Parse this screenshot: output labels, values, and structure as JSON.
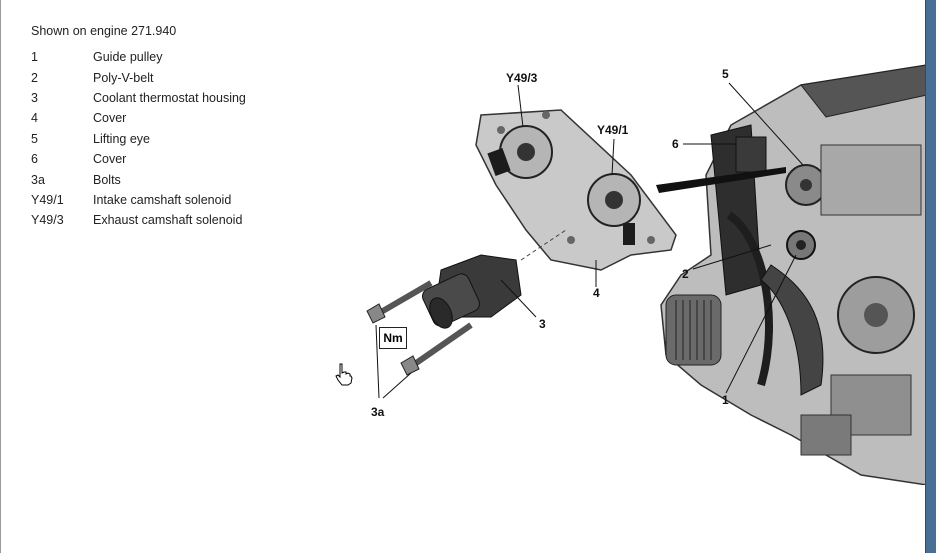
{
  "legend": {
    "title": "Shown on engine 271.940",
    "items": [
      {
        "code": "1",
        "desc": "Guide pulley"
      },
      {
        "code": "2",
        "desc": "Poly-V-belt"
      },
      {
        "code": "3",
        "desc": "Coolant thermostat housing"
      },
      {
        "code": "4",
        "desc": "Cover"
      },
      {
        "code": "5",
        "desc": "Lifting eye"
      },
      {
        "code": "6",
        "desc": "Cover"
      },
      {
        "code": "3a",
        "desc": "Bolts"
      },
      {
        "code": "Y49/1",
        "desc": "Intake camshaft solenoid"
      },
      {
        "code": "Y49/3",
        "desc": "Exhaust camshaft solenoid"
      }
    ]
  },
  "figure": {
    "callouts": {
      "y49_3": "Y49/3",
      "y49_1": "Y49/1",
      "c5": "5",
      "c6": "6",
      "c2": "2",
      "c4": "4",
      "c3": "3",
      "c1": "1",
      "c3a": "3a"
    },
    "torque_symbol": "Nm"
  },
  "colors": {
    "frame": "#4a6f97",
    "ink": "#222222"
  },
  "icons": [
    "hand-pointer-cursor-icon"
  ]
}
